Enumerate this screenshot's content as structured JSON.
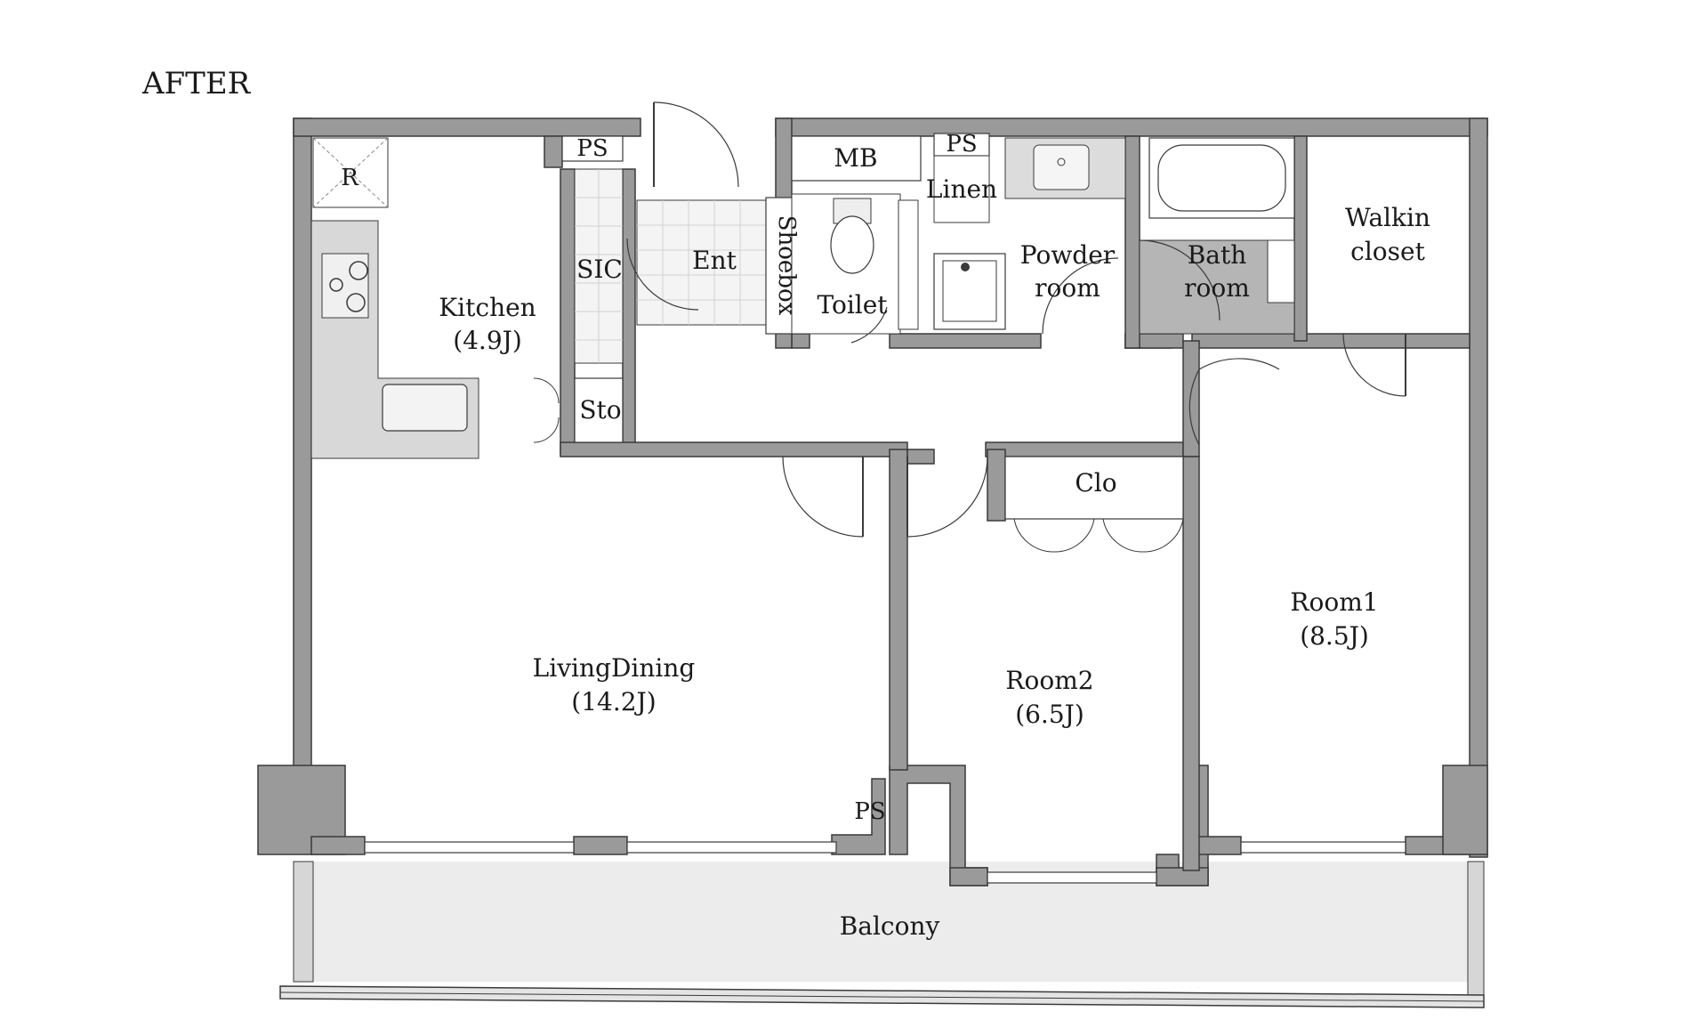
{
  "plan": {
    "title": "AFTER",
    "rooms": {
      "kitchen": {
        "name": "Kitchen",
        "size": "(4.9J)"
      },
      "living": {
        "name": "LivingDining",
        "size": "(14.2J)"
      },
      "room1": {
        "name": "Room1",
        "size": "(8.5J)"
      },
      "room2": {
        "name": "Room2",
        "size": "(6.5J)"
      },
      "powder": {
        "name": "Powder",
        "name2": "room"
      },
      "bath": {
        "name": "Bath",
        "name2": "room"
      },
      "walkin": {
        "name": "Walkin",
        "name2": "closet"
      },
      "toilet": "Toilet",
      "ent": "Ent",
      "sic": "SIC",
      "shoebox": "Shoebox",
      "sto": "Sto",
      "clo": "Clo",
      "linen": "Linen",
      "mb": "MB",
      "ps_top_left": "PS",
      "ps_top_right": "PS",
      "ps_bottom": "PS",
      "refrigerator": "R",
      "balcony": "Balcony"
    },
    "colors": {
      "wall": "#9a9a9a",
      "wall_stroke": "#3a3a3a",
      "fixture": "#d8d8d8",
      "balcony": "#ececec",
      "bath": "#b5b5b5",
      "tile": "#f4f4f4"
    }
  }
}
